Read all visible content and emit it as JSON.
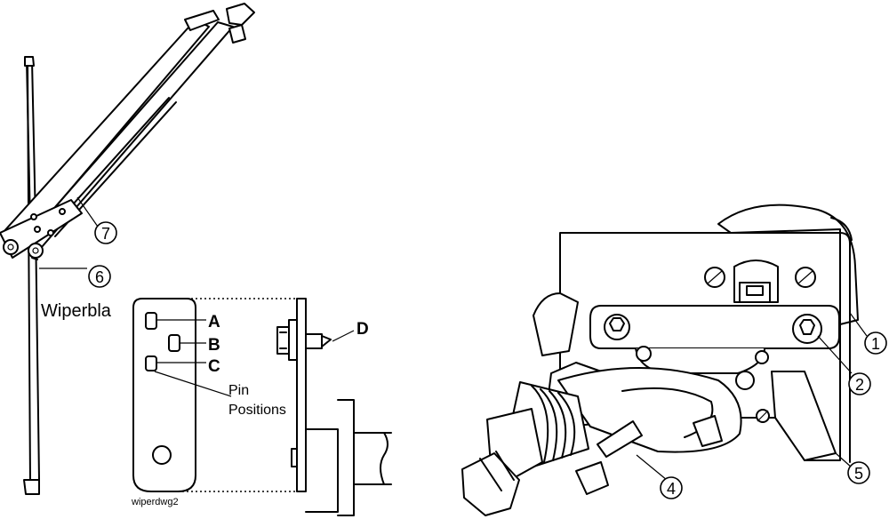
{
  "labels": {
    "wiperblade": "Wiperbla",
    "pin_a": "A",
    "pin_b": "B",
    "pin_c": "C",
    "pin_d": "D",
    "pin_positions_1": "Pin",
    "pin_positions_2": "Positions",
    "drawing_id": "wiperdwg2"
  },
  "callouts": [
    "1",
    "2",
    "4",
    "5",
    "6",
    "7"
  ]
}
